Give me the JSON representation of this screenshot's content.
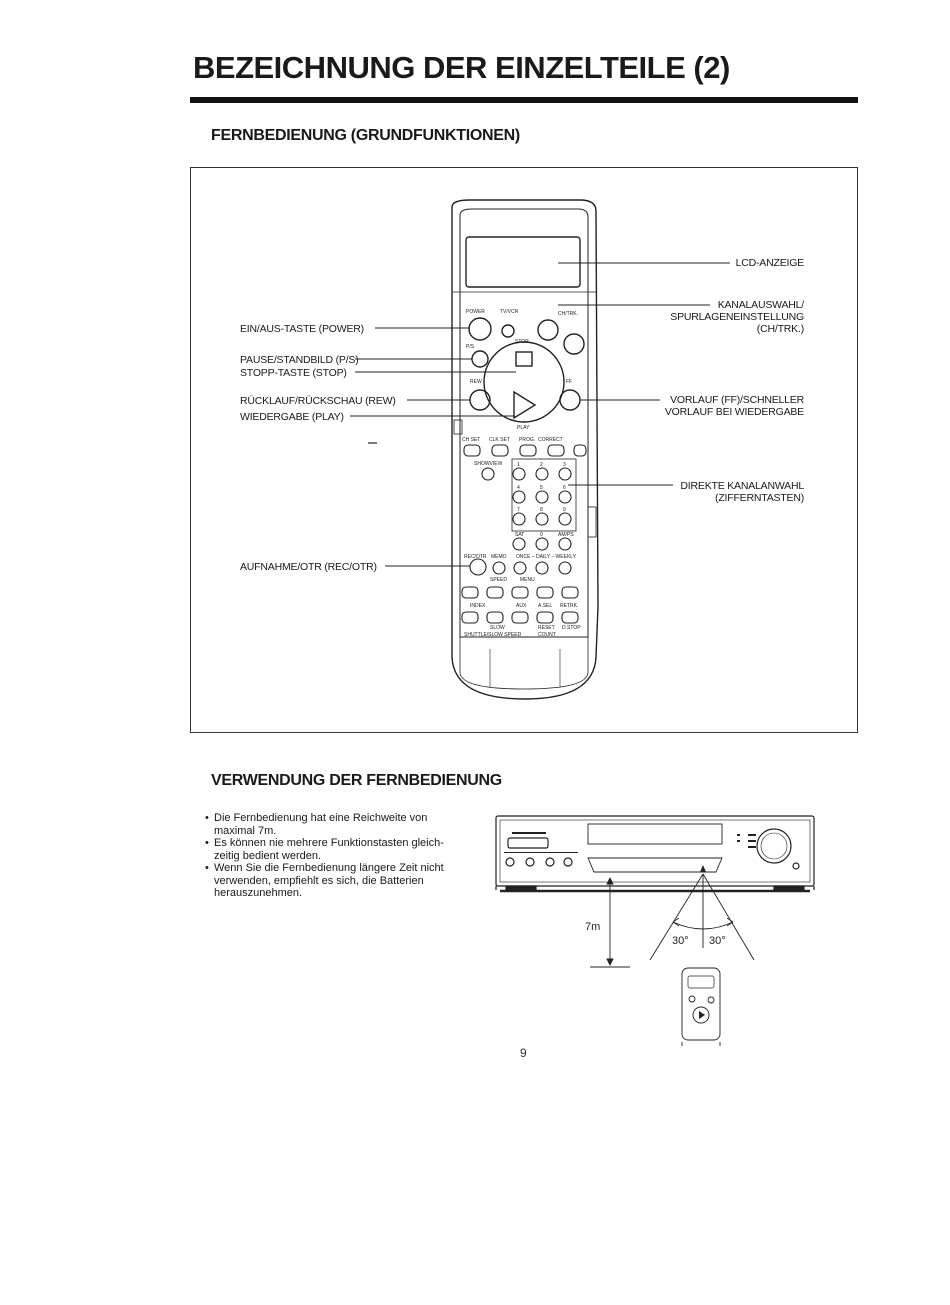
{
  "header": {
    "title": "BEZEICHNUNG DER EINZELTEILE (2)",
    "subtitle_remote": "FERNBEDIENUNG (GRUNDFUNKTIONEN)",
    "subtitle_usage": "VERWENDUNG DER FERNBEDIENUNG"
  },
  "remote_labels": {
    "power": "EIN/AUS-TASTE (POWER)",
    "pause": "PAUSE/STANDBILD (P/S)",
    "stop": "STOPP-TASTE (STOP)",
    "rew": "RÜCKLAUF/RÜCKSCHAU (REW)",
    "play": "WIEDERGABE (PLAY)",
    "rec": "AUFNAHME/OTR (REC/OTR)",
    "lcd": "LCD-ANZEIGE",
    "ch_line1": "KANALAUSWAHL/",
    "ch_line2": "SPURLAGENEINSTELLUNG",
    "ch_line3": "(CH/TRK.)",
    "ff_line1": "VORLAUF (FF)/SCHNELLER",
    "ff_line2": "VORLAUF BEI WIEDERGABE",
    "digits_line1": "DIREKTE KANALANWAHL",
    "digits_line2": "(ZIFFERNTASTEN)"
  },
  "remote_button_text": {
    "power": "POWER",
    "tv_vcr": "TV/VCR",
    "ch_trk": "CH/TRK.",
    "ps": "P/S",
    "stop": "STOP",
    "rew": "REW",
    "ff": "FF",
    "play": "PLAY",
    "row_labels": [
      "CH SET",
      "CLK SET",
      "PROG.",
      "CORRECT"
    ],
    "showview": "SHOWVIEW",
    "digits": [
      "1",
      "2",
      "3",
      "4",
      "5",
      "6",
      "7",
      "8",
      "9"
    ],
    "sat": "SAT",
    "zero": "0",
    "am_pm": "AM/PS",
    "rec_otr": "REC/OTR",
    "memo": "MEMO",
    "once_daily_weekly": "ONCE – DAILY – WEEKLY",
    "speed": "SPEED",
    "menu": "MENU",
    "index": "INDEX",
    "aux": "AUX",
    "a_sel": "A.SEL",
    "retrk": "RETRK.",
    "slow": "SLOW",
    "reset": "RESET",
    "d_stop": "D.STOP",
    "shuttle_slow_speed": "SHUTTLE/SLOW SPEED",
    "count": "COUNT"
  },
  "usage": {
    "bullets": [
      "Die Fernbedienung hat eine Reichweite von maximal 7m.",
      "Es können nie mehrere Funktionstasten gleich-zeitig bedient werden.",
      "Wenn Sie die Fernbedienung längere Zeit nicht verwenden, empfiehlt es sich, die Batterien herauszunehmen."
    ],
    "distance_label": "7m",
    "angle_left": "30°",
    "angle_right": "30°"
  },
  "page": {
    "number": "9"
  }
}
